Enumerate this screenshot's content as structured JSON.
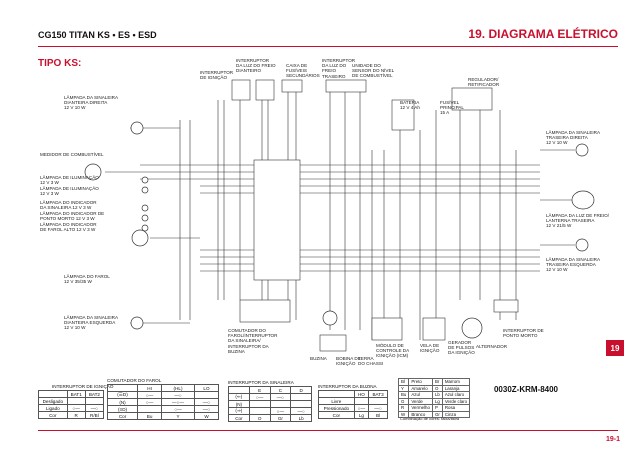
{
  "header": {
    "model": "CG150 TITAN KS • ES • ESD",
    "section": "19. DIAGRAMA ELÉTRICO"
  },
  "types_label": "TIPO KS:",
  "components": {
    "ignition_switch": "INTERRUPTOR\nDE IGNIÇÃO",
    "front_brake_switch": "INTERRUPTOR\nDA LUZ DO FREIO\nDIANTEIRO",
    "fuse_box": "CAIXA DE\nFUSÍVEIS\nSECUNDÁRIOS",
    "rear_brake_switch": "INTERRUPTOR\nDA LUZ DO\nFREIO\nTRASEIRO",
    "fuel_level_unit": "UNIDADE DO\nSENSOR DO NÍVEL\nDE COMBUSTÍVEL",
    "regulator": "REGULADOR/\nRETIFICADOR",
    "battery": "BATERIA\n12 V 4 Ah",
    "main_fuse": "FUSÍVEL\nPRINCIPAL\n15 A",
    "front_right_turn": "LÂMPADA DA SINALEIRA\nDIANTEIRA DIREITA\n12 V 10 W",
    "fuel_gauge": "MEDIDOR DE COMBUSTÍVEL",
    "illum_lamp_1": "LÂMPADA DE ILUMINAÇÃO\n12 V 3 W",
    "illum_lamp_2": "LÂMPADA DE ILUMINAÇÃO\n12 V 3 W",
    "turn_indicator": "LÂMPADA DO INDICADOR\nDA SINALEIRA        12 V 3 W",
    "neutral_indicator": "LÂMPADA DO INDICADOR DE\nPONTO MORTO   12 V 3 W",
    "high_beam_indicator": "LÂMPADA DO INDICADOR\nDE FAROL ALTO   12 V 3 W",
    "headlight": "LÂMPADA DO FAROL\n12 V 35/35 W",
    "front_left_turn": "LÂMPADA DA SINALEIRA\nDIANTEIRA ESQUERDA\n12 V 10 W",
    "rear_right_turn": "LÂMPADA DA SINALEIRA\nTRASEIRA DIREITA\n12 V 10 W",
    "tail_light": "LÂMPADA DA LUZ DE FREIO/\nLANTERNA TRASEIRA\n12 V 21/5 W",
    "rear_left_turn": "LÂMPADA DA SINALEIRA\nTRASEIRA ESQUERDA\n12 V 10 W",
    "neutral_switch": "INTERRUPTOR DE\nPONTO MORTO",
    "handlebar_switch": "COMUTADOR DO\nFAROL/INTERRUPTOR\nDA SINALEIRA/\nINTERRUPTOR DA\nBUZINA",
    "horn": "BUZINA",
    "ignition_coil": "BOBINA DE\nIGNIÇÃO",
    "ground": "TERRA\nDO CHASSI",
    "icm": "MÓDULO DE\nCONTROLE DA\nIGNIÇÃO (ICM)",
    "spark_plug": "VELA DE\nIGNIÇÃO",
    "pulse_generator": "GERADOR\nDE PULSOS\nDA IGNIÇÃO",
    "alternator": "ALTERNADOR"
  },
  "switch_tables": {
    "ignition": {
      "title": "INTERRUPTOR DE IGNIÇÃO",
      "headers": [
        "",
        "BAT1",
        "BAT2"
      ],
      "rows": [
        [
          "Desligado",
          "",
          ""
        ],
        [
          "Ligado",
          "",
          ""
        ]
      ],
      "color_row": [
        "Cor",
        "R",
        "R/Bl"
      ]
    },
    "headlight": {
      "title": "COMUTADOR DO FAROL",
      "headers": [
        "",
        "HI",
        "(HL)",
        "LO"
      ],
      "rows": [
        [
          "(☰D)",
          "",
          "",
          ""
        ],
        [
          "(N)",
          "",
          "",
          ""
        ],
        [
          "(≡D)",
          "",
          "",
          ""
        ]
      ],
      "color_row": [
        "Cor",
        "Bu",
        "Y",
        "W"
      ]
    },
    "turn": {
      "title": "INTERRUPTOR DA SINALEIRA",
      "headers": [
        "",
        "E",
        "C",
        "D"
      ],
      "rows": [
        [
          "(⇐)",
          "",
          "",
          ""
        ],
        [
          "(N)",
          "",
          "",
          ""
        ],
        [
          "(⇒)",
          "",
          "",
          ""
        ]
      ],
      "color_row": [
        "Cor",
        "O",
        "Gr",
        "Lb"
      ]
    },
    "horn": {
      "title": "INTERRUPTOR DA BUZINA",
      "headers": [
        "",
        "HO",
        "BAT3"
      ],
      "rows": [
        [
          "Livre",
          "",
          ""
        ],
        [
          "Pressionado",
          "",
          ""
        ]
      ],
      "color_row": [
        "Cor",
        "Lg",
        "Bl"
      ]
    }
  },
  "color_codes": {
    "rows": [
      [
        "Bl",
        "Preto",
        "Br",
        "Marrom"
      ],
      [
        "Y",
        "Amarelo",
        "O",
        "Laranja"
      ],
      [
        "Bu",
        "Azul",
        "Lb",
        "Azul claro"
      ],
      [
        "G",
        "Verde",
        "Lg",
        "Verde claro"
      ],
      [
        "R",
        "Vermelho",
        "P",
        "Rosa"
      ],
      [
        "W",
        "Branco",
        "Gr",
        "Cinza"
      ]
    ],
    "note": "Combinação de cores: faixa/listra"
  },
  "doc_code": "0030Z-KRM-8400",
  "side_tab": "19",
  "page_number": "19-1",
  "palette": {
    "accent": "#c8102e"
  }
}
